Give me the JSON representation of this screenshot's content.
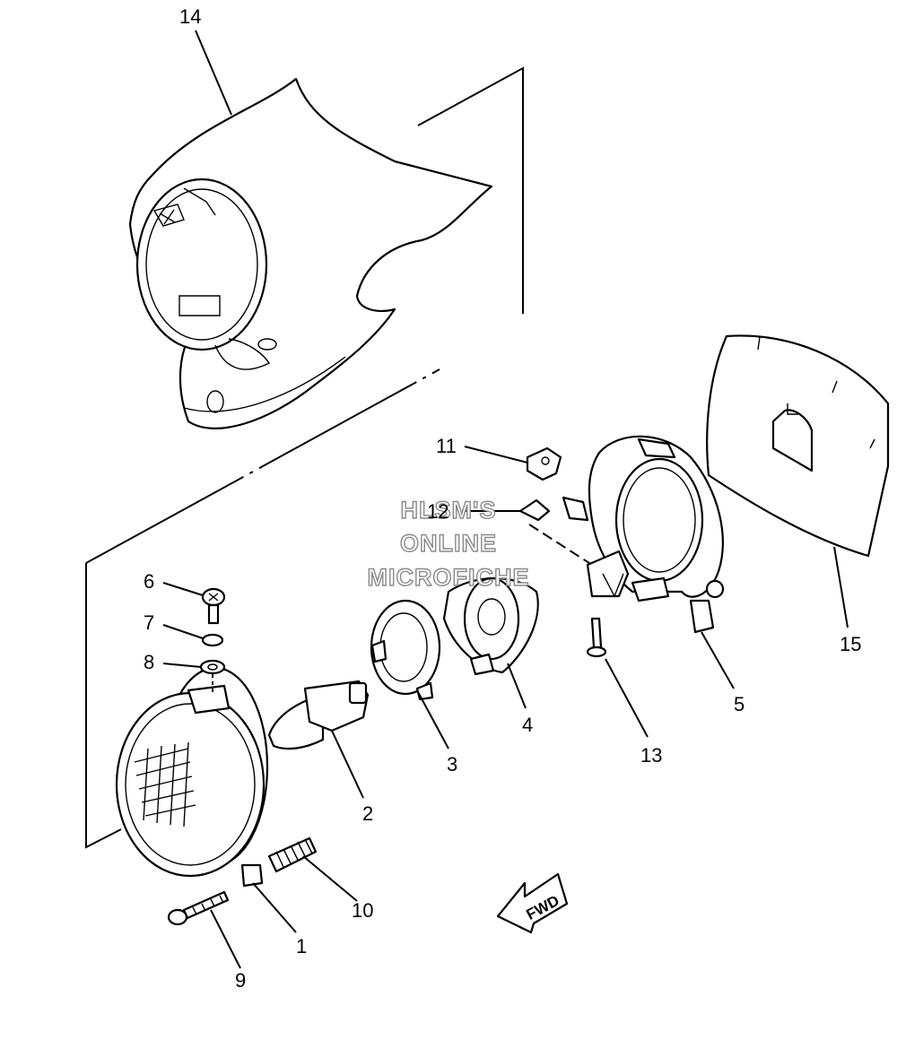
{
  "callouts": {
    "c1": "1",
    "c2": "2",
    "c3": "3",
    "c4": "4",
    "c5": "5",
    "c6": "6",
    "c7": "7",
    "c8": "8",
    "c9": "9",
    "c10": "10",
    "c11": "11",
    "c12": "12",
    "c13": "13",
    "c14": "14",
    "c15": "15"
  },
  "watermark": {
    "line1": "HLSM'S",
    "line2": "ONLINE",
    "line3": "MICROFICHE"
  },
  "direction_arrow": {
    "label": "FWD"
  }
}
